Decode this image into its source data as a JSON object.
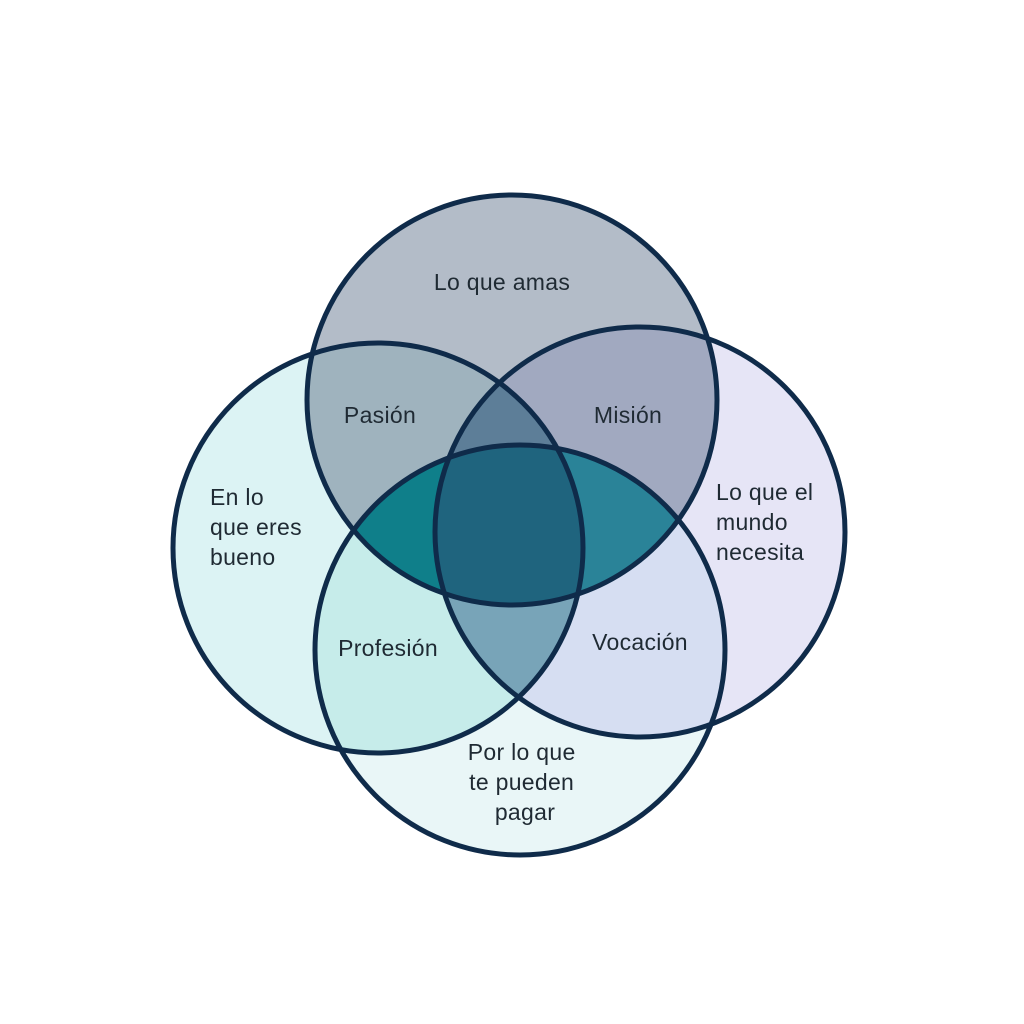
{
  "diagram": {
    "circles": {
      "love": {
        "label_lines": [
          "Lo que amas"
        ],
        "fill": "#b3bcc8"
      },
      "good_at": {
        "label_lines": [
          "En lo",
          "que eres",
          "bueno"
        ],
        "fill": "#dcf3f4"
      },
      "world_needs": {
        "label_lines": [
          "Lo que el",
          "mundo",
          "necesita"
        ],
        "fill": "#e6e5f6"
      },
      "paid_for": {
        "label_lines": [
          "Por lo que",
          "te pueden",
          "pagar"
        ],
        "fill": "#e9f6f7"
      }
    },
    "intersections": {
      "passion": {
        "label": "Pasión",
        "fill": "#9fb3be"
      },
      "mission": {
        "label": "Misión",
        "fill": "#a1a9c0"
      },
      "profession": {
        "label": "Profesión",
        "fill": "#c6ecea"
      },
      "vocation": {
        "label": "Vocación",
        "fill": "#d6def2"
      },
      "love_good_paid": {
        "fill": "#0f7f8a"
      },
      "love_world_paid": {
        "fill": "#2a8398"
      },
      "love_good_world": {
        "fill": "#5d7e98"
      },
      "good_world_paid": {
        "fill": "#78a4b8"
      },
      "center": {
        "fill": "#1f647e"
      }
    },
    "outline_color": "#0f2b4a"
  }
}
